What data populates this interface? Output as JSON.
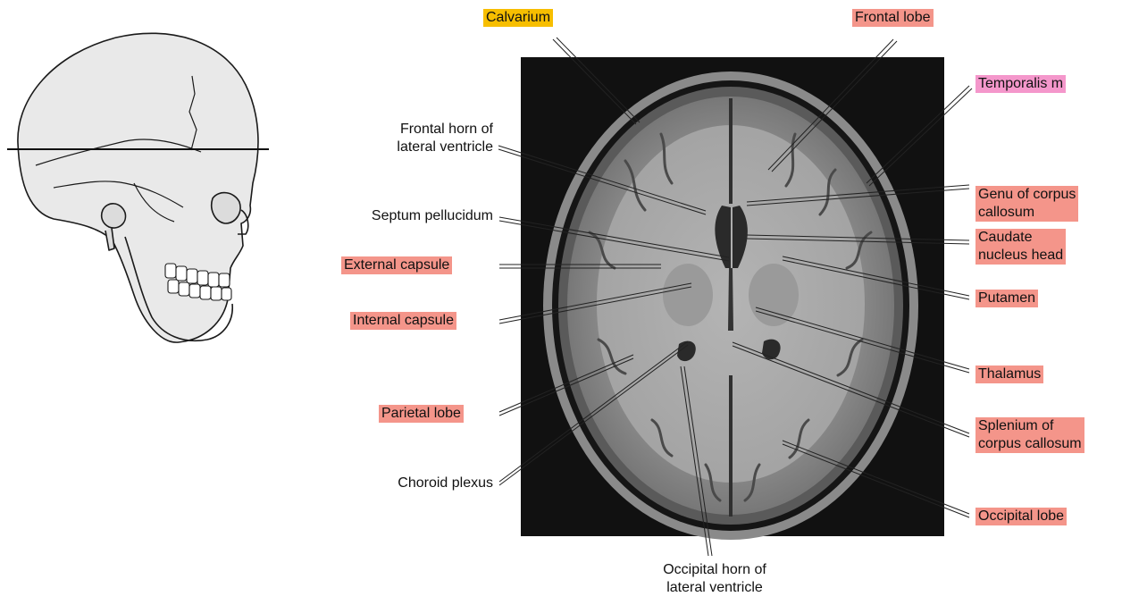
{
  "colors": {
    "highlight_red": "#f4958a",
    "highlight_yellow": "#f7be00",
    "highlight_pink": "#f497cb",
    "mri_background": "#111111",
    "leader_line": "#222222"
  },
  "skull_icon": "skull-lateral-view-with-axial-plane-line",
  "labels": {
    "calvarium": "Calvarium",
    "frontal_lobe": "Frontal lobe",
    "temporalis": "Temporalis m",
    "frontal_horn": "Frontal horn of\nlateral ventricle",
    "genu": "Genu of corpus\ncallosum",
    "septum": "Septum pellucidum",
    "caudate": "Caudate\nnucleus head",
    "external_capsule": "External capsule",
    "putamen": "Putamen",
    "internal_capsule": "Internal capsule",
    "thalamus": "Thalamus",
    "parietal_lobe": "Parietal lobe",
    "splenium": "Splenium of\ncorpus callosum",
    "choroid_plexus": "Choroid plexus",
    "occipital_lobe": "Occipital lobe",
    "occipital_horn": "Occipital horn of\nlateral ventricle"
  }
}
